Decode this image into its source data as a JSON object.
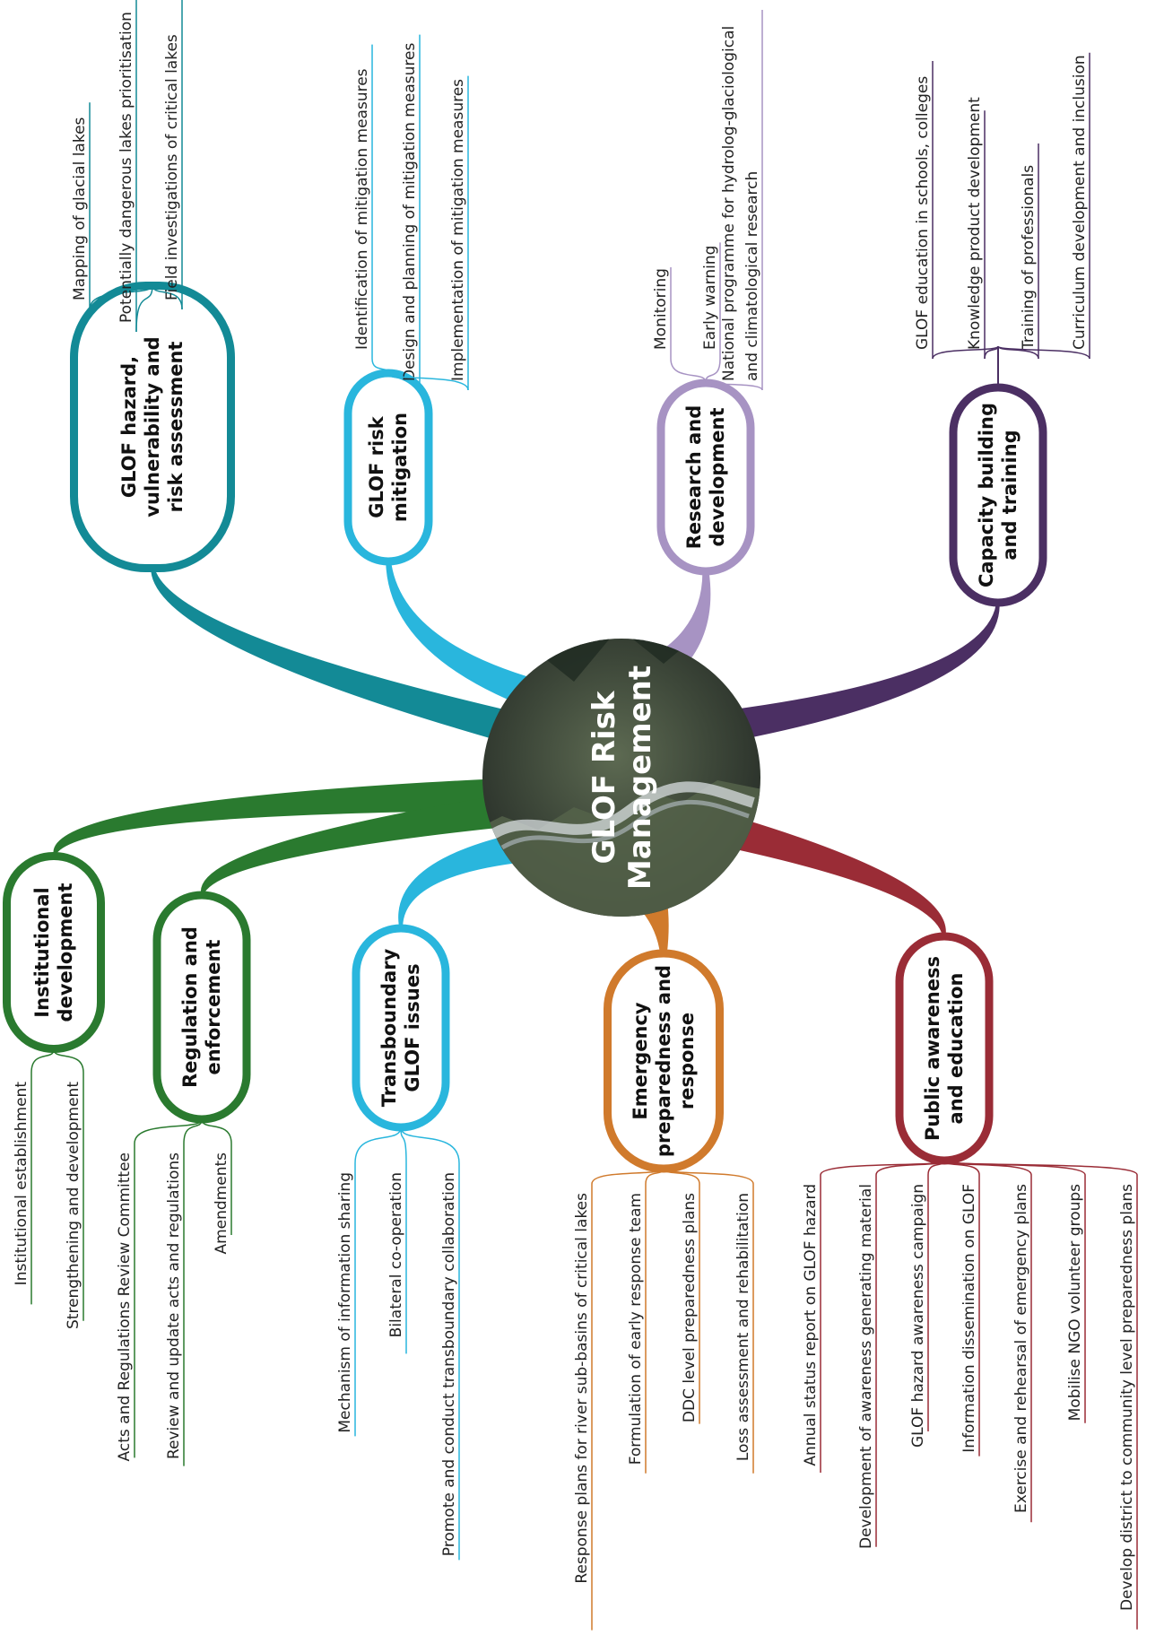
{
  "center": {
    "lines": [
      "GLOF Risk",
      "Management"
    ]
  },
  "branches": [
    {
      "key": "hazard",
      "color": "#138a96",
      "lines": [
        "GLOF hazard,",
        "vulnerability and",
        "risk assessment"
      ],
      "leaves": [
        {
          "lines": [
            "Mapping of glacial lakes"
          ]
        },
        {
          "lines": [
            "Potentially dangerous lakes prioritisation"
          ]
        },
        {
          "lines": [
            "Field investigations of critical lakes"
          ]
        }
      ]
    },
    {
      "key": "mitigation",
      "color": "#29b6dd",
      "lines": [
        "GLOF risk",
        "mitigation"
      ],
      "leaves": [
        {
          "lines": [
            "Identification of mitigation measures"
          ]
        },
        {
          "lines": [
            "Design and planning of mitigation measures"
          ]
        },
        {
          "lines": [
            "Implementation of mitigation measures"
          ]
        }
      ]
    },
    {
      "key": "research",
      "color": "#a793c3",
      "lines": [
        "Research and",
        "development"
      ],
      "leaves": [
        {
          "lines": [
            "Monitoring"
          ]
        },
        {
          "lines": [
            "Early warning"
          ]
        },
        {
          "lines": [
            "National programme for hydrolog-glaciological",
            "and climatological research"
          ]
        }
      ]
    },
    {
      "key": "capacity",
      "color": "#4b2f63",
      "lines": [
        "Capacity building",
        "and training"
      ],
      "leaves": [
        {
          "lines": [
            "GLOF education in schools, colleges"
          ]
        },
        {
          "lines": [
            "Knowledge product development"
          ]
        },
        {
          "lines": [
            "Training of professionals"
          ]
        },
        {
          "lines": [
            "Curriculum development and inclusion"
          ]
        }
      ]
    },
    {
      "key": "institutional",
      "color": "#2a7a2f",
      "lines": [
        "Institutional",
        "development"
      ],
      "leaves": [
        {
          "lines": [
            "Institutional establishment"
          ]
        },
        {
          "lines": [
            "Strengthening and development"
          ]
        }
      ]
    },
    {
      "key": "regulation",
      "color": "#2a7a2f",
      "lines": [
        "Regulation and",
        "enforcement"
      ],
      "leaves": [
        {
          "lines": [
            "Acts and Regulations Review Committee"
          ]
        },
        {
          "lines": [
            "Review and update acts and regulations"
          ]
        },
        {
          "lines": [
            "Amendments"
          ]
        }
      ]
    },
    {
      "key": "transboundary",
      "color": "#29b6dd",
      "lines": [
        "Transboundary",
        "GLOF issues"
      ],
      "leaves": [
        {
          "lines": [
            "Mechanism of information sharing"
          ]
        },
        {
          "lines": [
            "Bilateral co-operation"
          ]
        },
        {
          "lines": [
            "Promote and conduct transboundary collaboration"
          ]
        }
      ]
    },
    {
      "key": "emergency",
      "color": "#d07a2c",
      "lines": [
        "Emergency",
        "preparedness and",
        "response"
      ],
      "leaves": [
        {
          "lines": [
            "Response plans for river sub-basins of critical lakes"
          ]
        },
        {
          "lines": [
            "Formulation of early response team"
          ]
        },
        {
          "lines": [
            "DDC level preparedness plans"
          ]
        },
        {
          "lines": [
            "Loss assessment and rehabilitation"
          ]
        }
      ]
    },
    {
      "key": "public",
      "color": "#9a2c36",
      "lines": [
        "Public awareness",
        "and education"
      ],
      "leaves": [
        {
          "lines": [
            "Annual status report on GLOF hazard"
          ]
        },
        {
          "lines": [
            "Development of awareness generating material"
          ]
        },
        {
          "lines": [
            "GLOF hazard awareness campaign"
          ]
        },
        {
          "lines": [
            "Information dissemination on GLOF"
          ]
        },
        {
          "lines": [
            "Exercise and rehearsal of emergency plans"
          ]
        },
        {
          "lines": [
            "Mobilise NGO volunteer groups"
          ]
        },
        {
          "lines": [
            "Develop district to community level preparedness plans"
          ]
        }
      ]
    }
  ]
}
